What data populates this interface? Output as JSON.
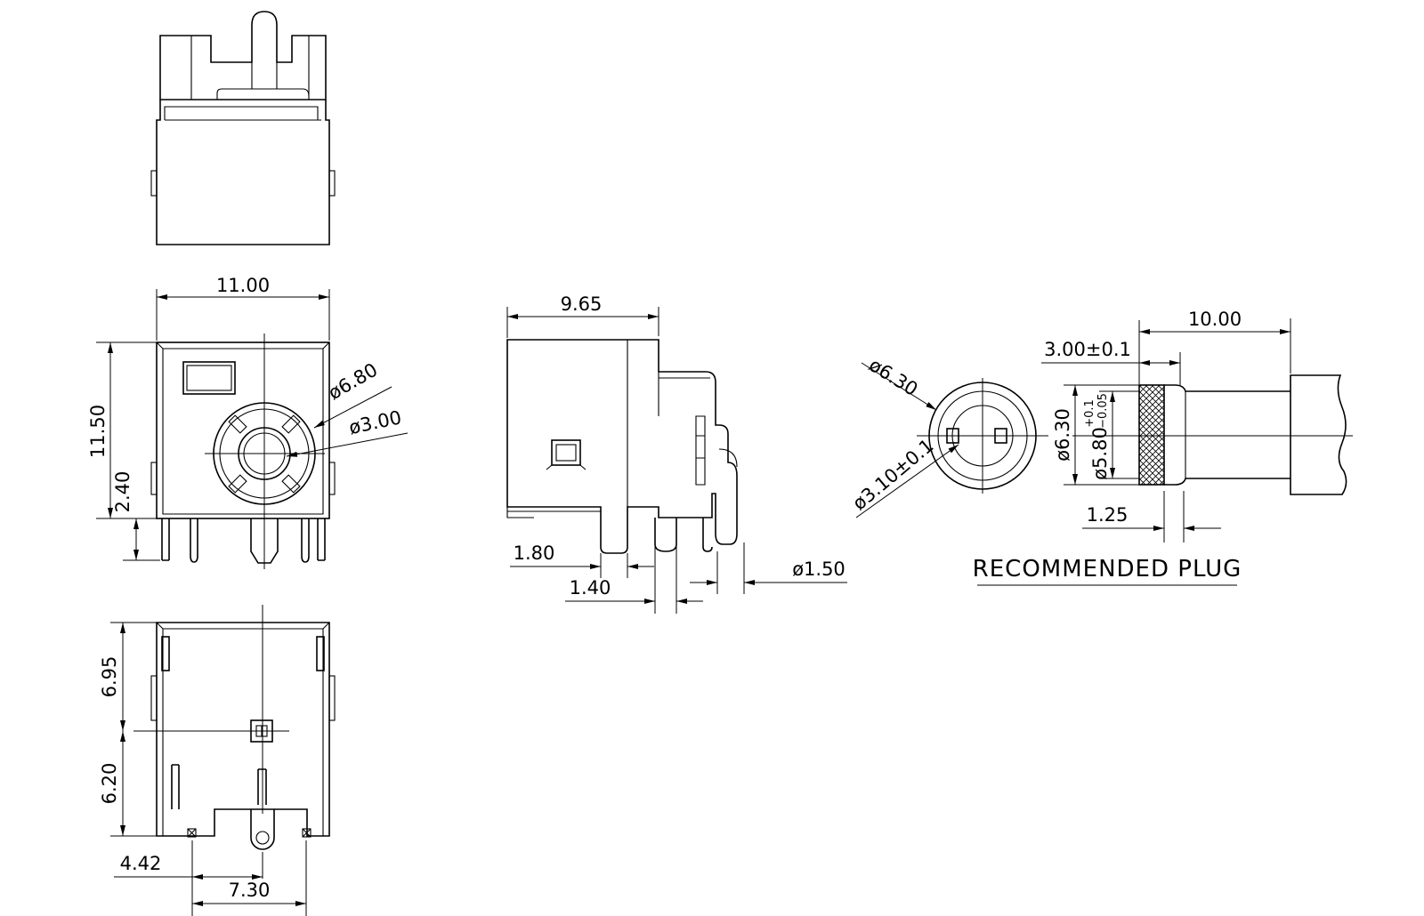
{
  "colors": {
    "line": "#000000",
    "background": "#ffffff"
  },
  "front_view": {
    "width": "11.00",
    "height": "11.50",
    "pin_offset": "2.40",
    "outer_dia": "ø6.80",
    "inner_dia": "ø3.00"
  },
  "bottom_view": {
    "upper": "6.95",
    "lower": "6.20",
    "pin_x": "4.42",
    "pin_span": "7.30"
  },
  "side_view": {
    "depth": "9.65",
    "lead_a": "1.80",
    "lead_b": "1.40",
    "pin_dia": "ø1.50"
  },
  "plug_end": {
    "outer_dia": "ø6.30",
    "inner_dia": "ø3.10±0.1"
  },
  "plug_side": {
    "length": "10.00",
    "tip": "3.00±0.1",
    "dia": "ø6.30",
    "body_dia": "ø5.80",
    "tol_plus": "+0.1",
    "tol_minus": "−0.05",
    "gap": "1.25"
  },
  "caption": "RECOMMENDED PLUG"
}
